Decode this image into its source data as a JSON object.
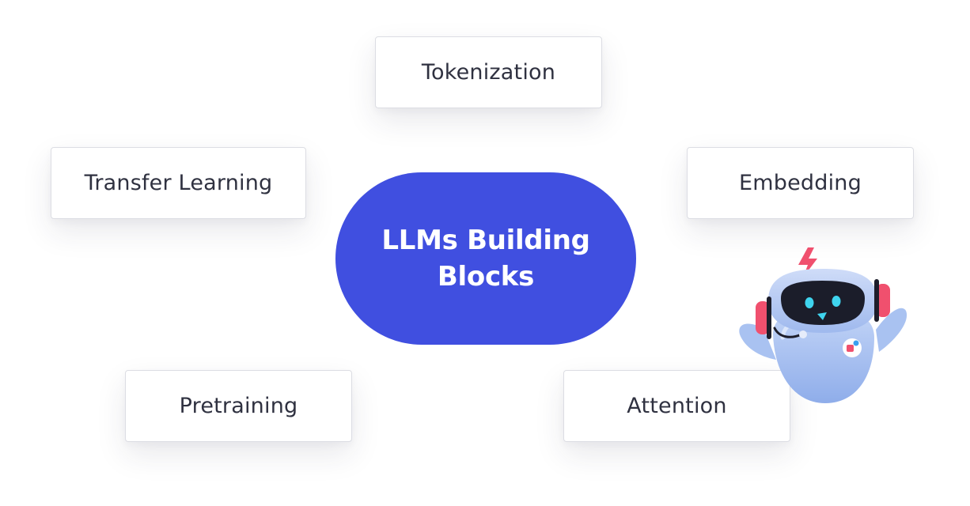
{
  "diagram": {
    "center": {
      "label": "LLMs Building Blocks"
    },
    "nodes": [
      {
        "id": "tokenization",
        "label": "Tokenization"
      },
      {
        "id": "transfer-learning",
        "label": "Transfer Learning"
      },
      {
        "id": "embedding",
        "label": "Embedding"
      },
      {
        "id": "pretraining",
        "label": "Pretraining"
      },
      {
        "id": "attention",
        "label": "Attention"
      }
    ]
  },
  "colors": {
    "hub": "#404fe0",
    "card_border": "#dcdde3",
    "card_text": "#2f3140",
    "mascot_body": "#a8c1f0",
    "mascot_accent": "#f0506e"
  },
  "mascot": {
    "icon": "robot-mascot-icon"
  }
}
